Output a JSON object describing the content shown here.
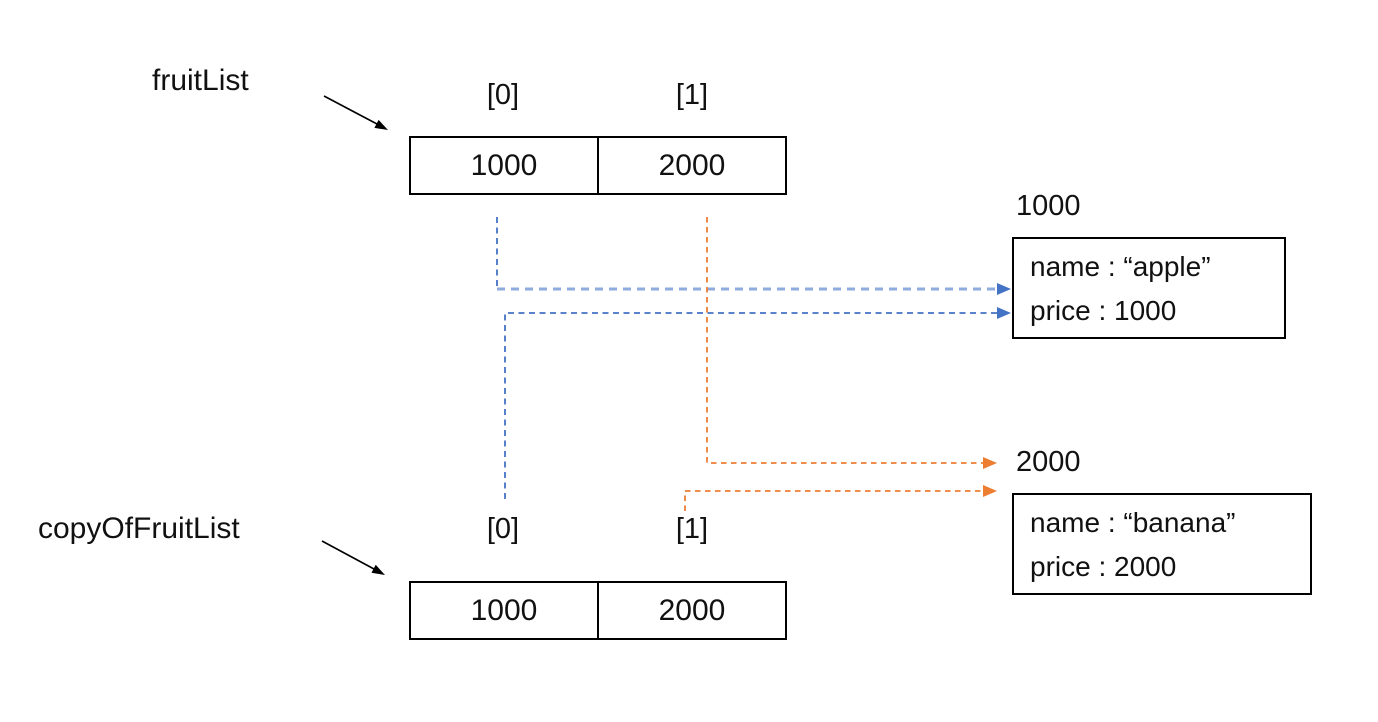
{
  "colors": {
    "blue": "#4472C4",
    "blue_light": "#8FAADC",
    "orange": "#ED7D31",
    "black": "#000000"
  },
  "fruit_list": {
    "label": "fruitList",
    "indices": [
      "[0]",
      "[1]"
    ],
    "values": [
      "1000",
      "2000"
    ]
  },
  "copy_of_fruit_list": {
    "label": "copyOfFruitList",
    "indices": [
      "[0]",
      "[1]"
    ],
    "values": [
      "1000",
      "2000"
    ]
  },
  "apple_object": {
    "address": "1000",
    "name_line": "name : “apple”",
    "price_line": "price : 1000"
  },
  "banana_object": {
    "address": "2000",
    "name_line": "name : “banana”",
    "price_line": "price : 2000"
  }
}
